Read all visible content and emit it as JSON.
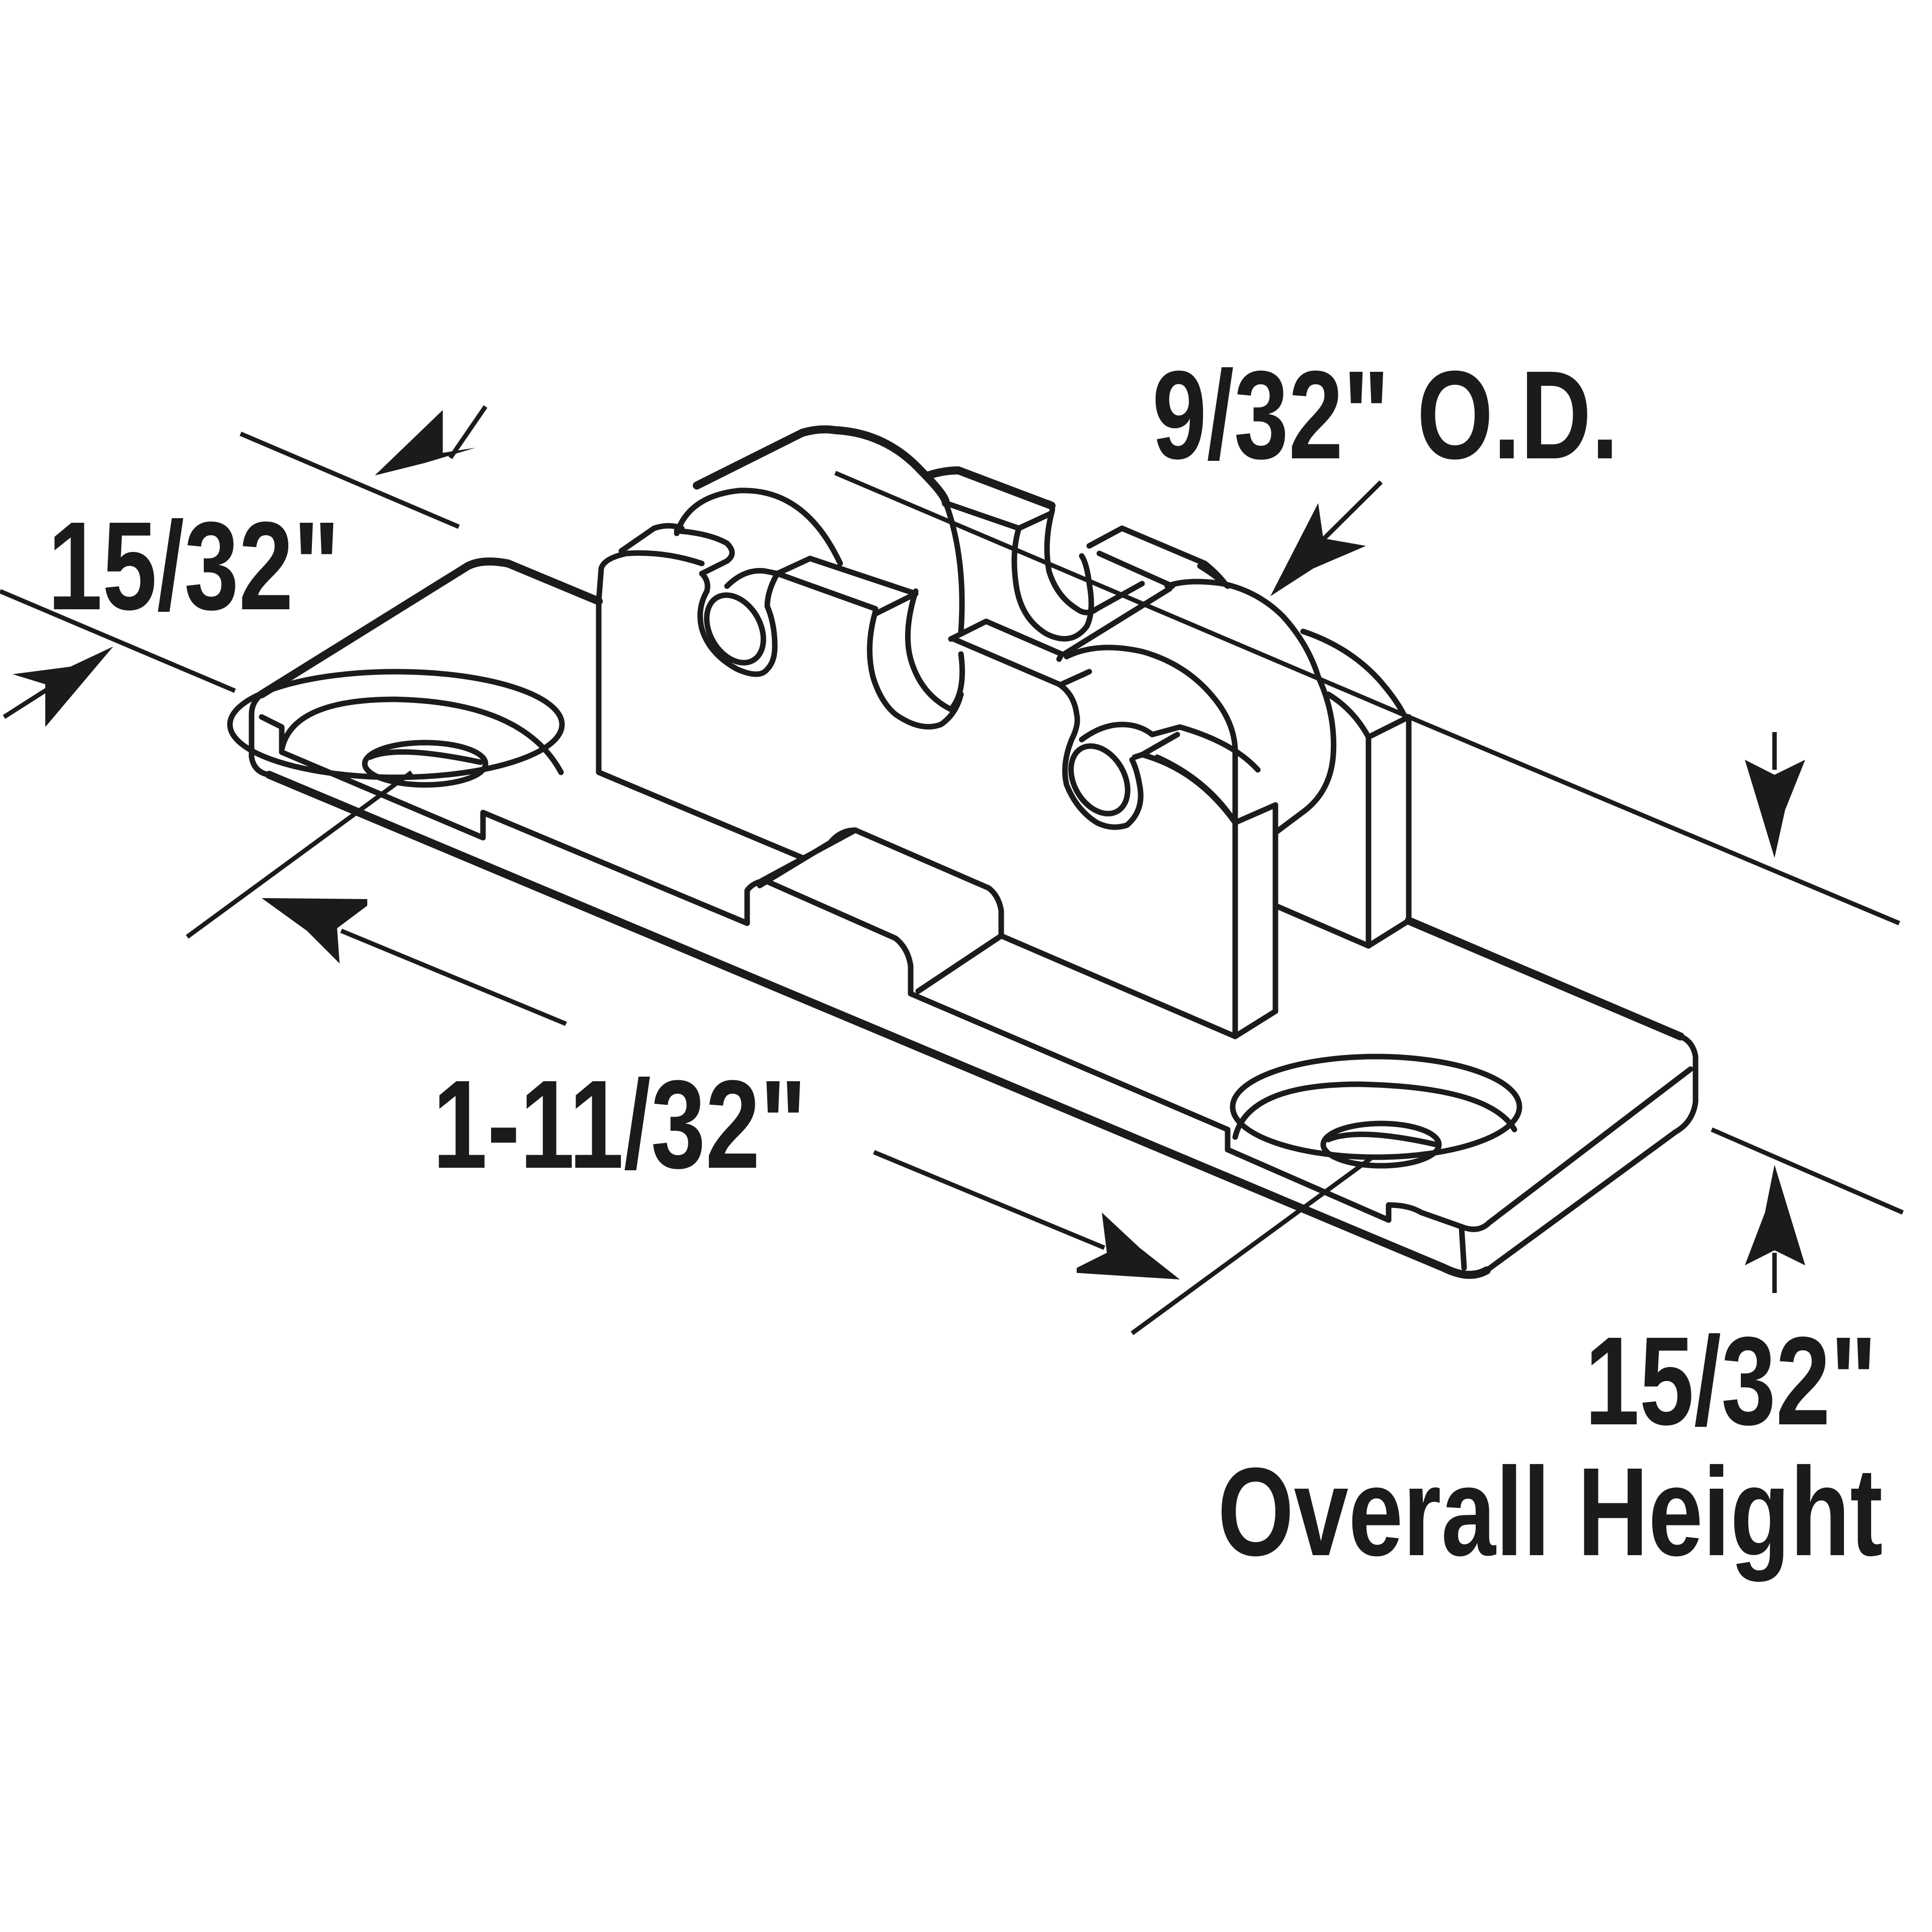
{
  "dimensions": {
    "width": "15/32\"",
    "roller_od": "9/32\" O.D.",
    "length": "1-11/32\"",
    "overall_height_value": "15/32\"",
    "overall_height_caption": "Overall Height"
  },
  "colors": {
    "line": "#1b1b1b",
    "background": "#ffffff"
  }
}
